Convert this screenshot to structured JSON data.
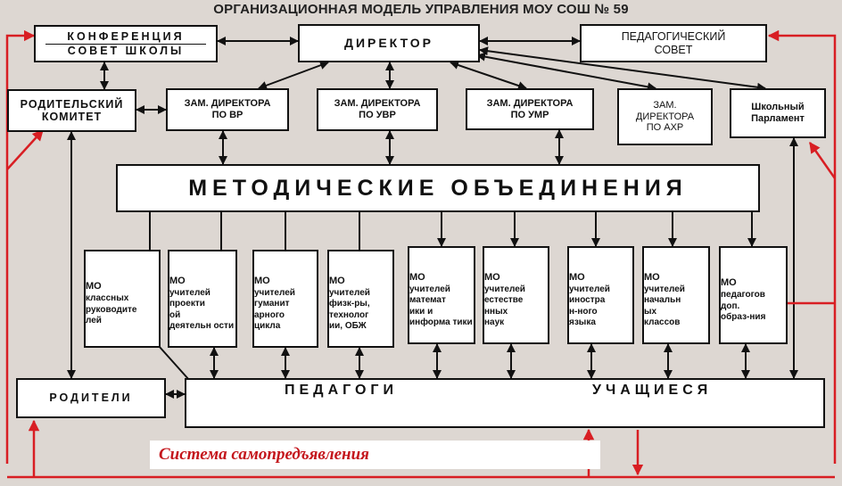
{
  "title": "ОРГАНИЗАЦИОННАЯ МОДЕЛЬ УПРАВЛЕНИЯ МОУ СОШ № 59",
  "nodes": {
    "conference": {
      "line1": "КОНФЕРЕНЦИЯ",
      "line2": "СОВЕТ ШКОЛЫ"
    },
    "director": "ДИРЕКТОР",
    "ped_council": {
      "line1": "ПЕДАГОГИЧЕСКИЙ",
      "line2": "СОВЕТ"
    },
    "parent_committee": {
      "line1": "РОДИТЕЛЬСКИЙ",
      "line2": "КОМИТЕТ"
    },
    "deputy_vr": {
      "line1": "ЗАМ. ДИРЕКТОРА",
      "line2": "ПО ВР"
    },
    "deputy_uvr": {
      "line1": "ЗАМ. ДИРЕКТОРА",
      "line2": "ПО УВР"
    },
    "deputy_umr": {
      "line1": "ЗАМ. ДИРЕКТОРА",
      "line2": "ПО УМР"
    },
    "deputy_ahr": {
      "line1": "ЗАМ.",
      "line2": "ДИРЕКТОРА",
      "line3": "ПО АХР"
    },
    "parliament": {
      "line1": "Школьный",
      "line2": "Парламент"
    },
    "methodical": "МЕТОДИЧЕСКИЕ ОБЪЕДИНЕНИЯ",
    "parents": "РОДИТЕЛИ",
    "teachers": "ПЕДАГОГИ",
    "students": "УЧАЩИЕСЯ",
    "system": "Система самопредъявления"
  },
  "mo_boxes": [
    {
      "l1": "МО",
      "l2": "классных",
      "l3": "руководите",
      "l4": "лей",
      "l5": ""
    },
    {
      "l1": "МО",
      "l2": "учителей",
      "l3": "проекти",
      "l4": "ой",
      "l5": "деятельн ости"
    },
    {
      "l1": "МО",
      "l2": "учителей",
      "l3": "гуманит",
      "l4": "арного",
      "l5": "цикла"
    },
    {
      "l1": "МО",
      "l2": "учителей",
      "l3": "физк-ры,",
      "l4": "технолог",
      "l5": "ии, ОБЖ"
    },
    {
      "l1": "МО",
      "l2": "учителей",
      "l3": "математ",
      "l4": "ики и",
      "l5": "информа тики"
    },
    {
      "l1": "МО",
      "l2": "учителей",
      "l3": "естестве",
      "l4": "нных",
      "l5": "наук"
    },
    {
      "l1": "МО",
      "l2": "учителей",
      "l3": "иностра",
      "l4": "н-ного",
      "l5": "языка"
    },
    {
      "l1": "МО",
      "l2": "учителей",
      "l3": "начальн",
      "l4": "ых",
      "l5": "классов"
    },
    {
      "l1": "МО",
      "l2": "педагогов",
      "l3": "доп.",
      "l4": "образ-ния",
      "l5": ""
    }
  ],
  "colors": {
    "background": "#ddd7d2",
    "line": "#111111",
    "accent_red": "#d81e23",
    "box": "#ffffff"
  }
}
